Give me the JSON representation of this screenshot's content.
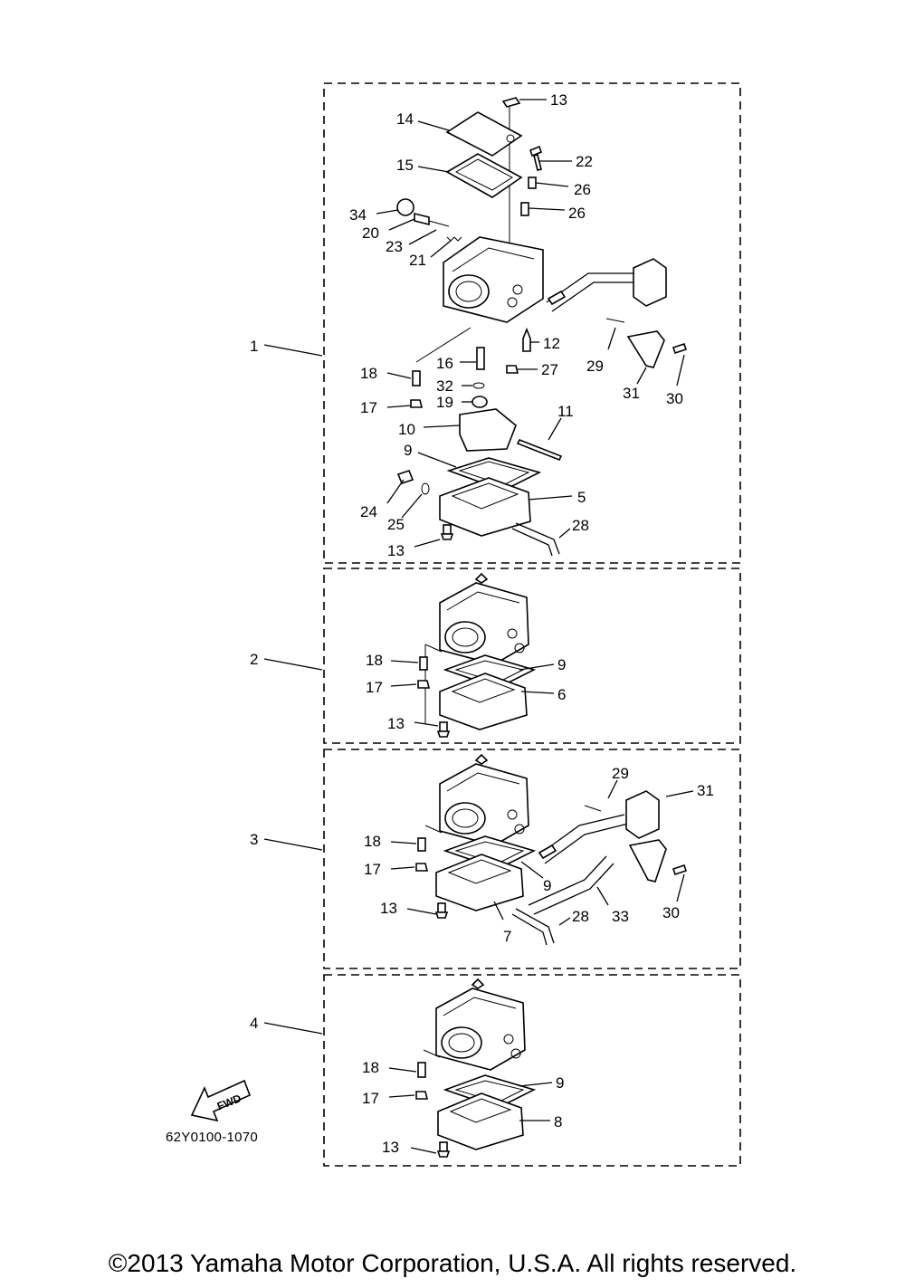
{
  "groups": [
    {
      "label": "1",
      "callouts": [
        "13",
        "14",
        "15",
        "22",
        "26",
        "26",
        "34",
        "20",
        "23",
        "21",
        "12",
        "29",
        "16",
        "27",
        "18",
        "32",
        "17",
        "19",
        "31",
        "30",
        "10",
        "11",
        "9",
        "5",
        "24",
        "25",
        "28",
        "13"
      ]
    },
    {
      "label": "2",
      "callouts": [
        "18",
        "9",
        "17",
        "6",
        "13"
      ]
    },
    {
      "label": "3",
      "callouts": [
        "29",
        "31",
        "18",
        "17",
        "9",
        "30",
        "13",
        "28",
        "33",
        "7"
      ]
    },
    {
      "label": "4",
      "callouts": [
        "18",
        "9",
        "17",
        "8",
        "13"
      ]
    }
  ],
  "fwd_label": "FWD",
  "drawing_code": "62Y0100-1070",
  "copyright": "©2013 Yamaha Motor Corporation, U.S.A. All rights reserved."
}
